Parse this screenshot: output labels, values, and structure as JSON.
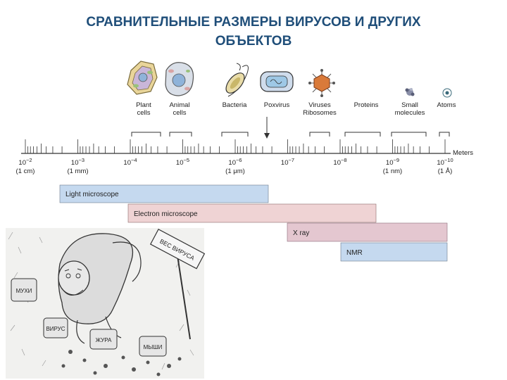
{
  "title": {
    "line1": "СРАВНИТЕЛЬНЫЕ РАЗМЕРЫ ВИРУСОВ И ДРУГИХ",
    "line2": "ОБЪЕКТОВ"
  },
  "objects": [
    {
      "line1": "Plant",
      "line2": "cells",
      "icon": "plant-cell-icon"
    },
    {
      "line1": "Animal",
      "line2": "cells",
      "icon": "animal-cell-icon"
    },
    {
      "line1": "Bacteria",
      "line2": "",
      "icon": "bacterium-icon"
    },
    {
      "line1": "Poxvirus",
      "line2": "",
      "icon": "poxvirus-icon"
    },
    {
      "line1": "Viruses",
      "line2": "Ribosomes",
      "icon": "virus-icon"
    },
    {
      "line1": "Proteins",
      "line2": "",
      "icon": ""
    },
    {
      "line1": "Small",
      "line2": "molecules",
      "icon": "small-molecule-icon"
    },
    {
      "line1": "Atoms",
      "line2": "",
      "icon": "atom-icon"
    }
  ],
  "scale": {
    "unit": "Meters",
    "ticks": [
      {
        "exp": "10",
        "sup": "−2",
        "sub": "(1 cm)"
      },
      {
        "exp": "10",
        "sup": "−3",
        "sub": "(1 mm)"
      },
      {
        "exp": "10",
        "sup": "−4",
        "sub": ""
      },
      {
        "exp": "10",
        "sup": "−5",
        "sub": ""
      },
      {
        "exp": "10",
        "sup": "−6",
        "sub": "(1 μm)"
      },
      {
        "exp": "10",
        "sup": "−7",
        "sub": ""
      },
      {
        "exp": "10",
        "sup": "−8",
        "sub": ""
      },
      {
        "exp": "10",
        "sup": "−9",
        "sub": "(1 nm)"
      },
      {
        "exp": "10",
        "sup": "−10",
        "sub": "(1 Å)"
      }
    ]
  },
  "methods": [
    {
      "label": "Light microscope",
      "color": "#c5d9ef"
    },
    {
      "label": "Electron microscope",
      "color": "#efd3d4"
    },
    {
      "label": "X ray",
      "color": "#e4c7d0"
    },
    {
      "label": "NMR",
      "color": "#c5d9ef"
    }
  ],
  "cartoon": {
    "sign_text": "ВЕС ВИРУСА",
    "jar_labels": [
      "МУХИ",
      "ВИРУС",
      "ЖУРА",
      "МЫШИ"
    ]
  }
}
